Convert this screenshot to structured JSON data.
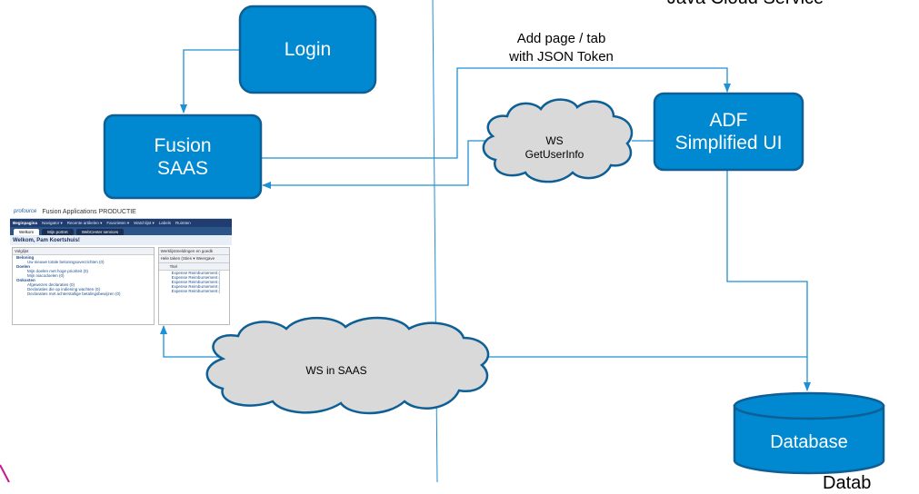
{
  "diagram": {
    "title_partial": "Java Cloud Service",
    "bottom_label_partial": "Datab",
    "nodes": {
      "login": "Login",
      "fusion_line1": "Fusion",
      "fusion_line2": "SAAS",
      "adf_line1": "ADF",
      "adf_line2": "Simplified UI",
      "database": "Database"
    },
    "clouds": {
      "ws_getuserinfo_line1": "WS",
      "ws_getuserinfo_line2": "GetUserInfo",
      "ws_saas": "WS in SAAS"
    },
    "edge_labels": {
      "add_page_line1": "Add page / tab",
      "add_page_line2": "with JSON Token"
    },
    "colors": {
      "box_fill": "#0088d1",
      "box_stroke": "#0d5f96",
      "cloud_fill": "#d9d9d9",
      "cloud_stroke": "#0d5f96",
      "connector": "#1f8fd6",
      "accent_line": "#c8168e"
    }
  },
  "screenshot": {
    "brand": "profource",
    "app_title": "Fusion Applications PRODUCTIE",
    "nav": [
      "Beginpagina",
      "Navigator ▾",
      "Recente artikelen ▾",
      "Favorieten ▾",
      "Watchlijst ▾",
      "Labels",
      "Ruimten"
    ],
    "tabs": [
      "Welkom",
      "Mijn portret",
      "WebCenter services"
    ],
    "welcome": "Welkom, Pam Koertshuis!",
    "left_pane": {
      "title": "Volglijst",
      "groups": [
        {
          "name": "Beloning",
          "items": [
            "Uw nieuwe totale beloningsoverzichten (0)"
          ]
        },
        {
          "name": "Doelen",
          "items": [
            "Mijn doelen met hoge prioriteit (0)",
            "Mijn niacodoelen (0)"
          ]
        },
        {
          "name": "Onkosten",
          "items": [
            "Afgewezen declaraties (0)",
            "Declaraties die op indiening wachten (0)",
            "Declaraties met achterstallige betalingsbewijzen (0)"
          ]
        }
      ]
    },
    "right_pane": {
      "title": "Werklijstmeldingen en goedk",
      "toolbar": "Hele taken (Sties ▾  Weergave",
      "column": "Titel",
      "rows": [
        "Expense Reimbursement (",
        "Expense Reimbursement (",
        "Expense Reimbursement (",
        "Expense Reimbursement (",
        "Expense Reimbursement ("
      ]
    }
  }
}
